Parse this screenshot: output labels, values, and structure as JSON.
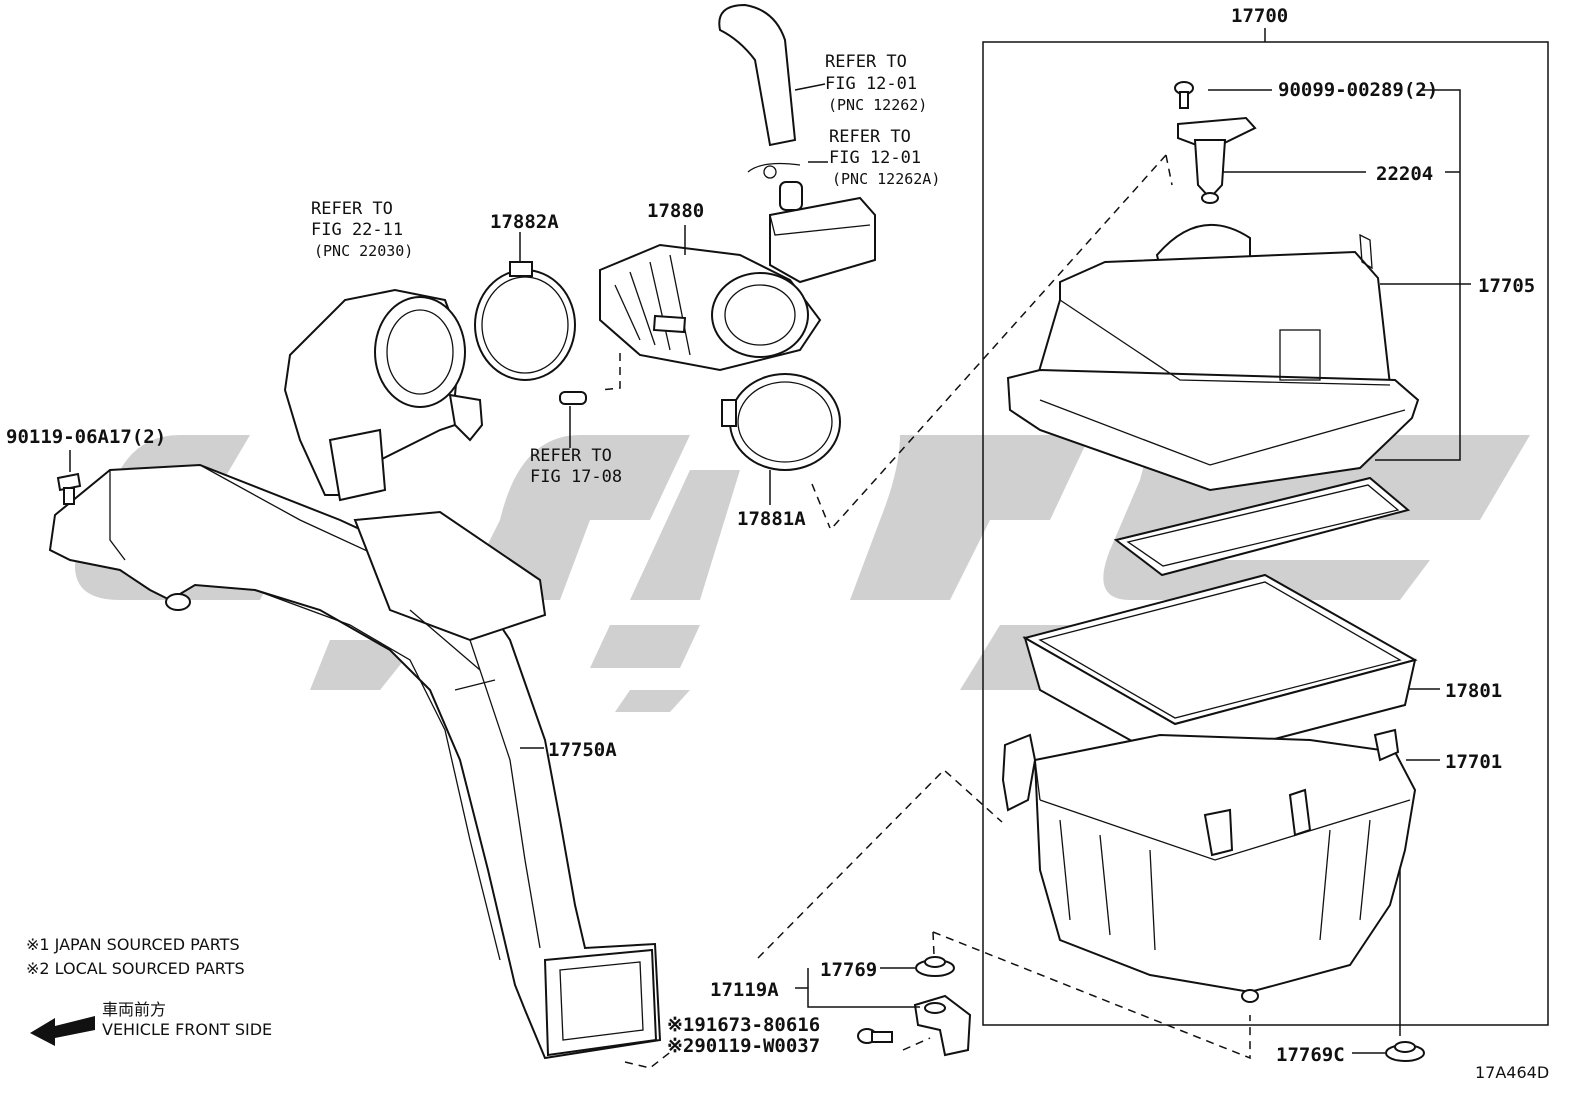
{
  "parts": {
    "assy": "17700",
    "screw": "90099-00289(2)",
    "sensor": "22204",
    "cap": "17705",
    "filter": "17801",
    "case": "17701",
    "grommet_a": "17769",
    "bracket": "17119A",
    "grommet_c": "17769C",
    "hose": "17880",
    "clamp_a": "17882A",
    "clamp_b": "17881A",
    "inlet": "17750A",
    "bolt": "90119-06A17(2)",
    "sub1": "※191673-80616",
    "sub2": "※290119-W0037"
  },
  "refs": {
    "r1": {
      "l1": "REFER TO",
      "l2": "FIG 12-01",
      "l3": "(PNC 12262)"
    },
    "r2": {
      "l1": "REFER TO",
      "l2": "FIG 12-01",
      "l3": "(PNC 12262A)"
    },
    "r3": {
      "l1": "REFER TO",
      "l2": "FIG 22-11",
      "l3": "(PNC 22030)"
    },
    "r4": {
      "l1": "REFER TO",
      "l2": "FIG 17-08"
    }
  },
  "notes": {
    "n1": "※1 JAPAN SOURCED PARTS",
    "n2": "※2 LOCAL SOURCED PARTS",
    "dir_jp": "車両前方",
    "dir_en": "VEHICLE FRONT SIDE"
  },
  "figure_id": "17A464D"
}
